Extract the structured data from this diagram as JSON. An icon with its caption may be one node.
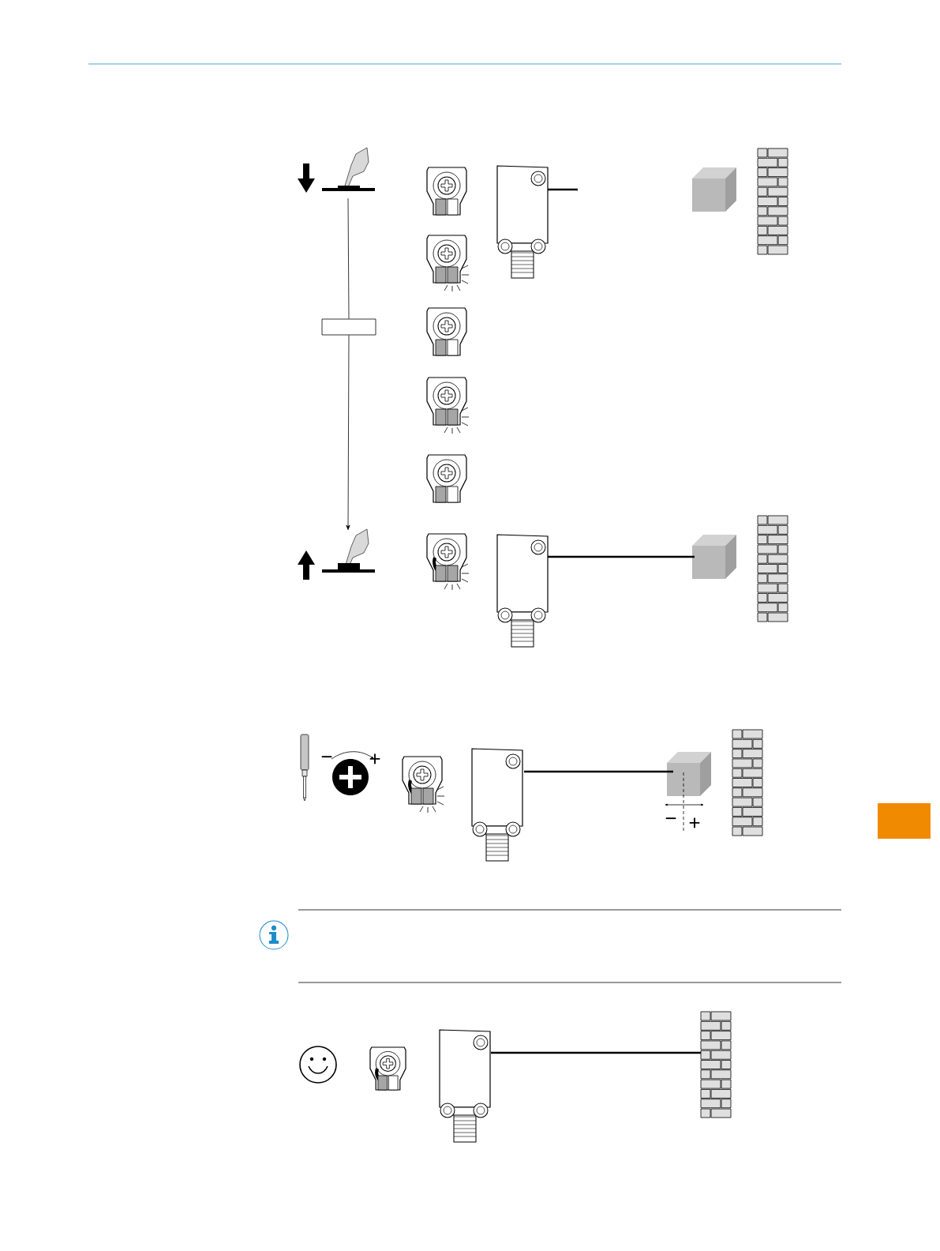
{
  "diagram": {
    "nodes": [
      {
        "text": [],
        "shape": "picture"
      },
      {
        "text": [],
        "shape": "box"
      },
      {
        "text": [],
        "shape": "picture"
      }
    ],
    "edges": [
      {
        "from": 0,
        "to": 1,
        "arrow": "none"
      },
      {
        "from": 1,
        "to": 2,
        "arrow": "to"
      }
    ],
    "labels": [
      "−",
      "+",
      "−",
      "+"
    ]
  }
}
